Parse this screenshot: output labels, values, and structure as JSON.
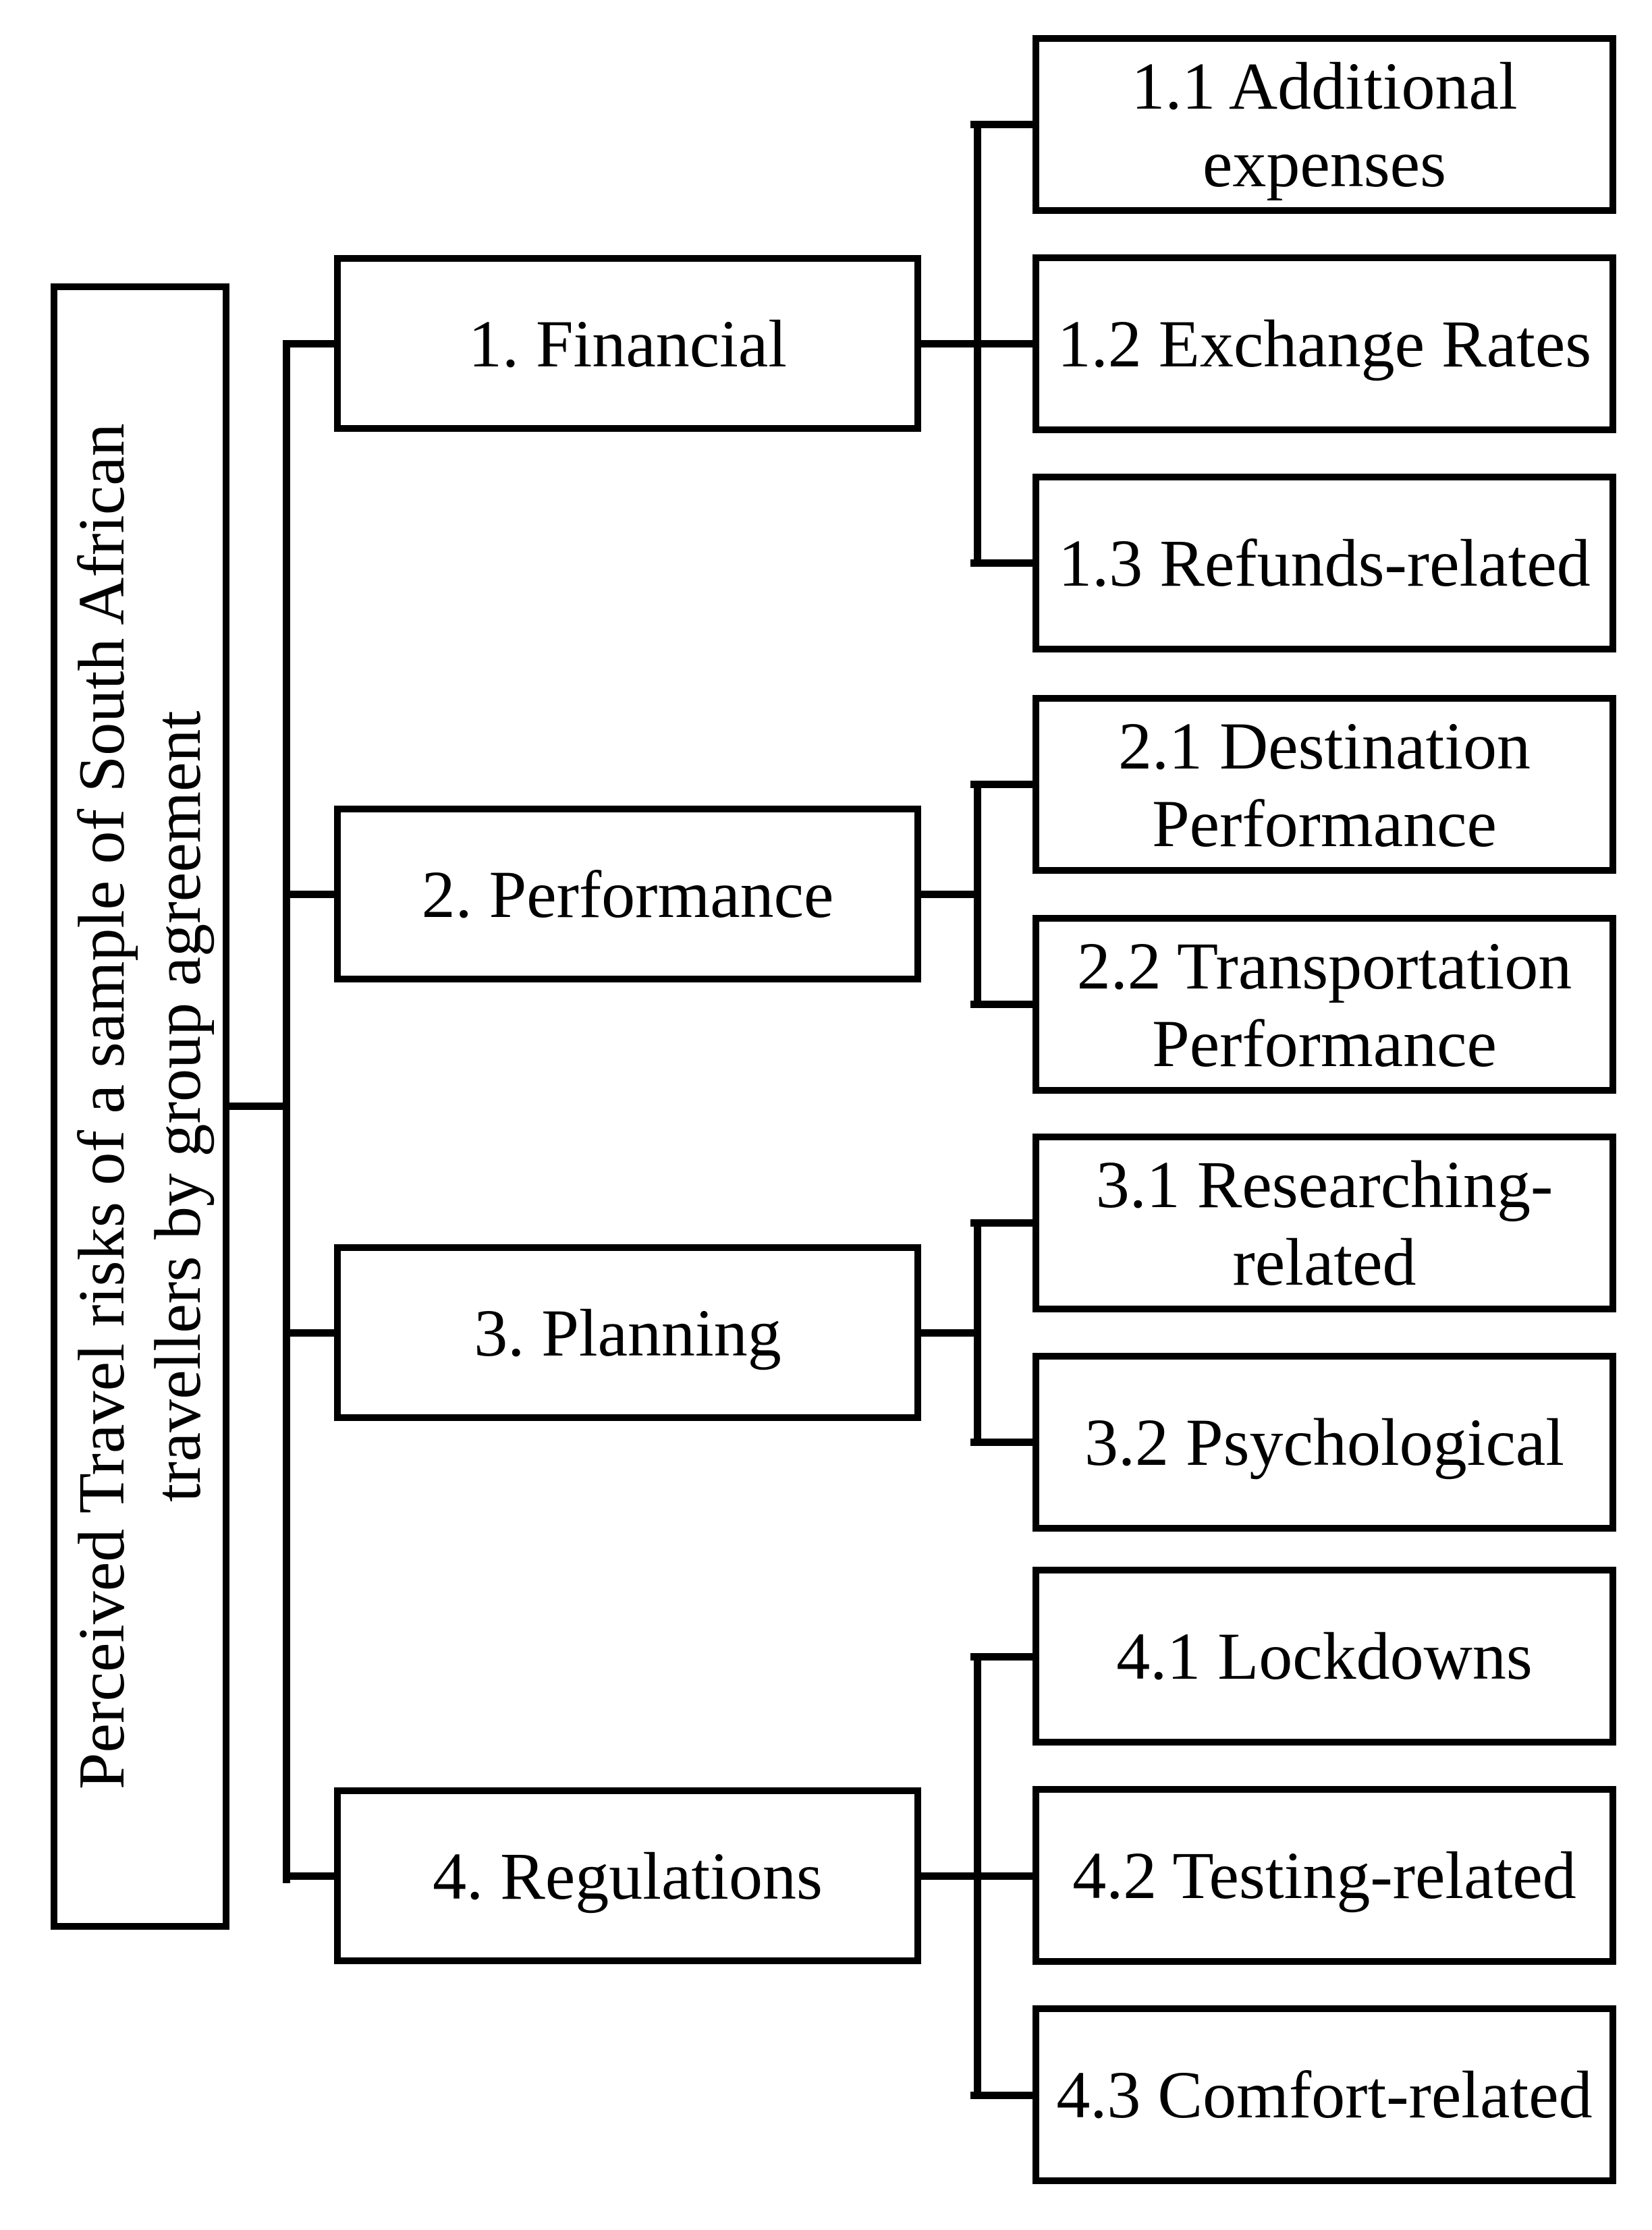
{
  "figure": {
    "type": "hierarchy-diagram",
    "orientation": "left-to-right"
  },
  "colors": {
    "background": "#ffffff",
    "line": "#000000",
    "text": "#000000"
  },
  "tree": {
    "root": {
      "label": "Perceived Travel risks of a sample of South African travellers by group agreement",
      "lines": [
        "Perceived Travel risks of a sample of South African",
        "travellers by group agreement"
      ]
    },
    "groups": [
      {
        "category": {
          "label": "1. Financial"
        },
        "children": [
          {
            "label": "1.1 Additional expenses",
            "lines": [
              "1.1 Additional",
              "expenses"
            ]
          },
          {
            "label": "1.2 Exchange Rates",
            "lines": [
              "1.2 Exchange Rates"
            ]
          },
          {
            "label": "1.3 Refunds-related",
            "lines": [
              "1.3 Refunds-related"
            ]
          }
        ]
      },
      {
        "category": {
          "label": "2. Performance"
        },
        "children": [
          {
            "label": "2.1 Destination Performance",
            "lines": [
              "2.1 Destination",
              "Performance"
            ]
          },
          {
            "label": "2.2 Transportation Performance",
            "lines": [
              "2.2 Transportation",
              "Performance"
            ]
          }
        ]
      },
      {
        "category": {
          "label": "3. Planning"
        },
        "children": [
          {
            "label": "3.1 Researching-related",
            "lines": [
              "3.1 Researching-",
              "related"
            ]
          },
          {
            "label": "3.2 Psychological",
            "lines": [
              "3.2 Psychological"
            ]
          }
        ]
      },
      {
        "category": {
          "label": "4. Regulations"
        },
        "children": [
          {
            "label": "4.1 Lockdowns",
            "lines": [
              "4.1 Lockdowns"
            ]
          },
          {
            "label": "4.2 Testing-related",
            "lines": [
              "4.2 Testing-related"
            ]
          },
          {
            "label": "4.3 Comfort-related",
            "lines": [
              "4.3 Comfort-related"
            ]
          }
        ]
      }
    ]
  }
}
